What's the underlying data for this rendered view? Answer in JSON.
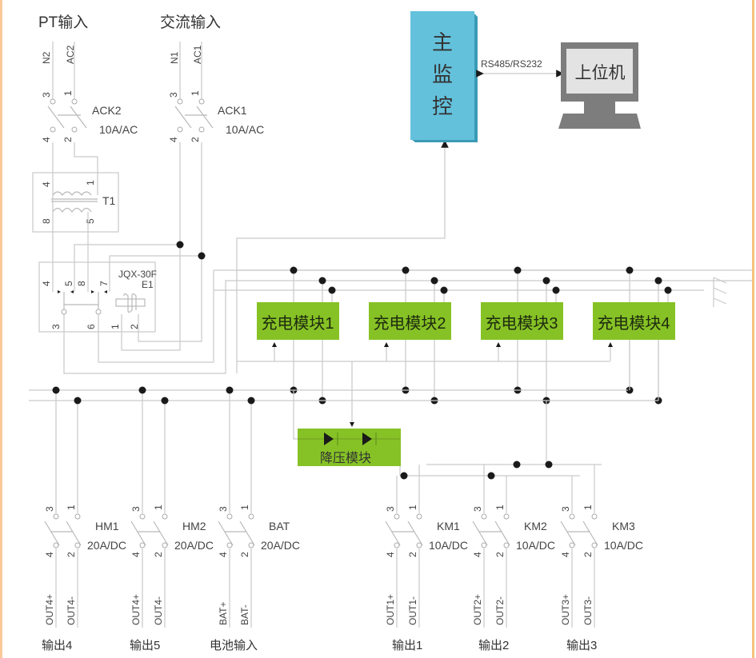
{
  "colors": {
    "module_green": "#86c225",
    "module_border": "#6fa51a",
    "monitor_blue": "#64c1dc",
    "monitor_shadow": "#3b9bb6",
    "pc_gray": "#7d7d7d",
    "pc_screen": "#e3e3e3",
    "wire": "#c9c9c9",
    "dot": "#1a1a1a"
  },
  "inputs": {
    "pt_title": "PT输入",
    "ac_title": "交流输入",
    "pt_lines": [
      "N2",
      "AC2"
    ],
    "ac_lines": [
      "N1",
      "AC1"
    ]
  },
  "switches": [
    {
      "id": "ACK2",
      "name": "ACK2",
      "rating": "10A/AC",
      "pins": [
        "3",
        "1",
        "4",
        "2"
      ]
    },
    {
      "id": "ACK1",
      "name": "ACK1",
      "rating": "10A/AC",
      "pins": [
        "3",
        "1",
        "4",
        "2"
      ]
    },
    {
      "id": "HM1",
      "name": "HM1",
      "rating": "20A/DC",
      "pins": [
        "3",
        "1",
        "4",
        "2"
      ]
    },
    {
      "id": "HM2",
      "name": "HM2",
      "rating": "20A/DC",
      "pins": [
        "3",
        "1",
        "4",
        "2"
      ]
    },
    {
      "id": "BAT",
      "name": "BAT",
      "rating": "20A/DC",
      "pins": [
        "3",
        "1",
        "4",
        "2"
      ]
    },
    {
      "id": "KM1",
      "name": "KM1",
      "rating": "10A/DC",
      "pins": [
        "3",
        "1",
        "4",
        "2"
      ]
    },
    {
      "id": "KM2",
      "name": "KM2",
      "rating": "10A/DC",
      "pins": [
        "3",
        "1",
        "4",
        "2"
      ]
    },
    {
      "id": "KM3",
      "name": "KM3",
      "rating": "10A/DC",
      "pins": [
        "3",
        "1",
        "4",
        "2"
      ]
    }
  ],
  "transformer": {
    "name": "T1",
    "pins": [
      "4",
      "1",
      "8",
      "5"
    ]
  },
  "relay": {
    "model": "JQX-30F",
    "name": "E1",
    "pins": [
      "4",
      "5",
      "8",
      "7",
      "3",
      "6",
      "1",
      "2"
    ]
  },
  "monitor": {
    "label_chars": [
      "主",
      "监",
      "控"
    ]
  },
  "comm": {
    "label": "RS485/RS232"
  },
  "pc": {
    "label": "上位机"
  },
  "charging_modules": [
    {
      "label": "充电模块1"
    },
    {
      "label": "充电模块2"
    },
    {
      "label": "充电模块3"
    },
    {
      "label": "充电模块4"
    }
  ],
  "buck_module": {
    "label": "降压模块"
  },
  "outputs": [
    {
      "switch": "HM1",
      "lines": [
        "OUT4+",
        "OUT4-"
      ],
      "label": "输出4"
    },
    {
      "switch": "HM2",
      "lines": [
        "OUT4+",
        "OUT4-"
      ],
      "label": "输出5"
    },
    {
      "switch": "BAT",
      "lines": [
        "BAT+",
        "BAT-"
      ],
      "label": "电池输入"
    },
    {
      "switch": "KM1",
      "lines": [
        "OUT1+",
        "OUT1-"
      ],
      "label": "输出1"
    },
    {
      "switch": "KM2",
      "lines": [
        "OUT2+",
        "OUT2-"
      ],
      "label": "输出2"
    },
    {
      "switch": "KM3",
      "lines": [
        "OUT3+",
        "OUT3-"
      ],
      "label": "输出3"
    }
  ]
}
